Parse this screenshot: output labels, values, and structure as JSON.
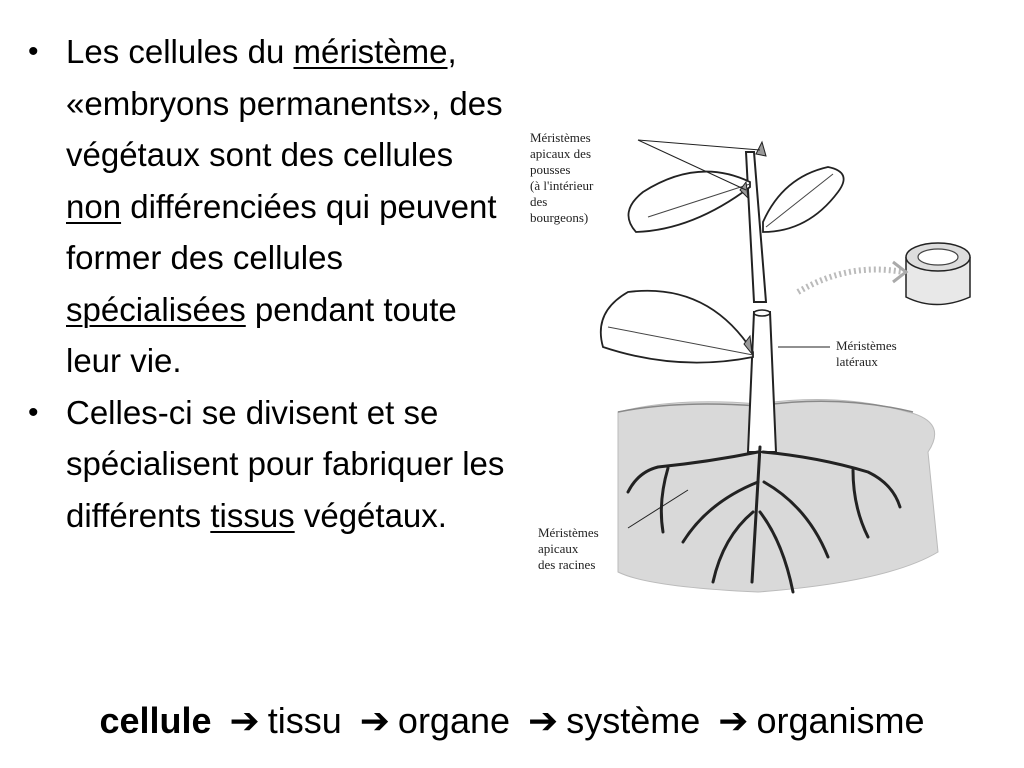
{
  "bullets": [
    {
      "parts": [
        {
          "text": "Les cellules du ",
          "u": false
        },
        {
          "text": "méristème",
          "u": true
        },
        {
          "text": ", «embryons permanents», des végétaux sont des cellules ",
          "u": false
        },
        {
          "text": "non",
          "u": true
        },
        {
          "text": " différenciées qui peuvent former des cellules ",
          "u": false
        },
        {
          "text": "spécialisées",
          "u": true
        },
        {
          "text": " pendant toute leur vie.",
          "u": false
        }
      ]
    },
    {
      "parts": [
        {
          "text": "Celles-ci se divisent et se spécialisent pour fabriquer les différents ",
          "u": false
        },
        {
          "text": "tissus",
          "u": true
        },
        {
          "text": " végétaux.",
          "u": false
        }
      ]
    }
  ],
  "bullet_glyph": "•",
  "figure": {
    "label_shoot": [
      "Méristèmes",
      "apicaux des",
      "pousses",
      "(à l'intérieur",
      "des",
      "bourgeons)"
    ],
    "label_lateral": [
      "Méristèmes",
      "latéraux"
    ],
    "label_root": [
      "Méristèmes",
      "apicaux",
      "des racines"
    ]
  },
  "chain": {
    "first": "cellule",
    "rest": [
      "tissu",
      "organe",
      "système",
      "organisme"
    ],
    "arrow": "➔"
  }
}
